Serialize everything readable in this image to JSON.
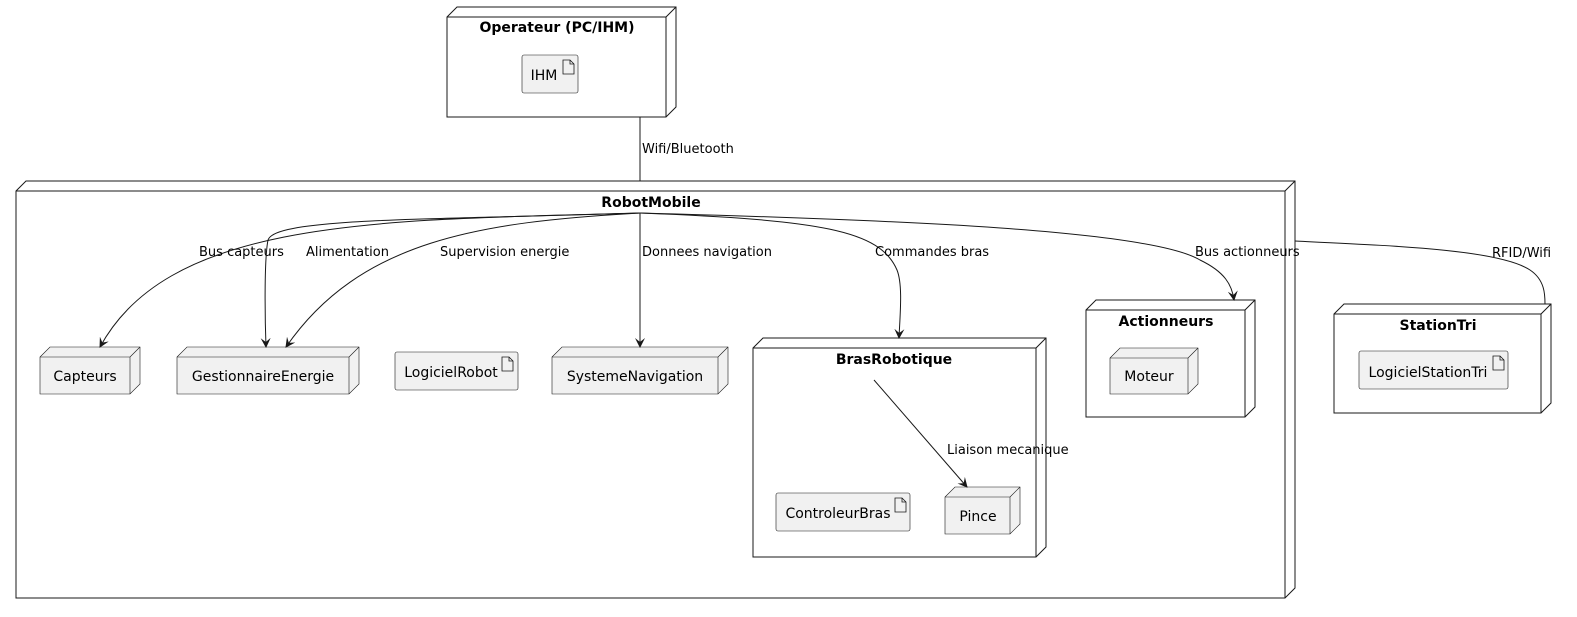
{
  "nodes": {
    "operateur": {
      "title": "Operateur (PC/IHM)",
      "artifact": "IHM"
    },
    "robot": {
      "title": "RobotMobile"
    },
    "capteurs": {
      "label": "Capteurs"
    },
    "gestionnaire": {
      "label": "GestionnaireEnergie"
    },
    "logiciel_robot": {
      "label": "LogicielRobot"
    },
    "navigation": {
      "label": "SystemeNavigation"
    },
    "bras": {
      "title": "BrasRobotique",
      "controleur": "ControleurBras",
      "pince": "Pince"
    },
    "actionneurs": {
      "title": "Actionneurs",
      "moteur": "Moteur"
    },
    "station": {
      "title": "StationTri",
      "artifact": "LogicielStationTri"
    }
  },
  "edges": {
    "wifi": "Wifi/Bluetooth",
    "rfid": "RFID/Wifi",
    "bus_capteurs": "Bus capteurs",
    "alimentation": "Alimentation",
    "supervision": "Supervision energie",
    "donnees_nav": "Donnees navigation",
    "commandes_bras": "Commandes bras",
    "bus_actionneurs": "Bus actionneurs",
    "liaison": "Liaison mecanique"
  },
  "colors": {
    "stroke": "#181818",
    "fill_node": "#F1F1F1",
    "fill_container": "#FFFFFF"
  }
}
